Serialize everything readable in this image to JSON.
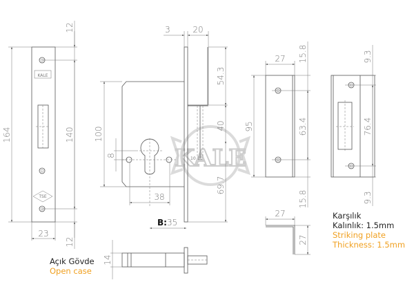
{
  "watermark": {
    "logo": "KALE"
  },
  "faceplate": {
    "overall": "164",
    "holes": "140",
    "top": "12",
    "bottom": "12",
    "width": "23",
    "logo": "KALE",
    "mark": "TSE"
  },
  "lock_body": {
    "plate_thickness": "3",
    "bolt_depth": "20",
    "height": "100",
    "cyl_offset": "8",
    "screw_spacing": "38",
    "backset_label": "B:",
    "backset": "35",
    "upper": "54.3",
    "bolt_h": "40",
    "lower": "69.7",
    "small_a": "10",
    "small_b": "10"
  },
  "strike_a": {
    "width": "27",
    "height": "95",
    "top": "15.8",
    "holes": "63.4",
    "bottom": "15.8"
  },
  "strike_b": {
    "top": "9.3",
    "holes": "76.4",
    "bottom": "9.3"
  },
  "bracket": {
    "width": "27",
    "height": "27"
  },
  "bottom_view": {
    "thickness": "14"
  },
  "captions": {
    "open_case_tr": "Açık Gövde",
    "open_case_en": "Open case",
    "strike_tr": "Karşılık",
    "thickness_tr": "Kalınlık: 1.5mm",
    "strike_en": "Striking plate",
    "thickness_en": "Thickness: 1.5mm"
  },
  "colors": {
    "line": "#555555",
    "accent": "#f0a020"
  }
}
